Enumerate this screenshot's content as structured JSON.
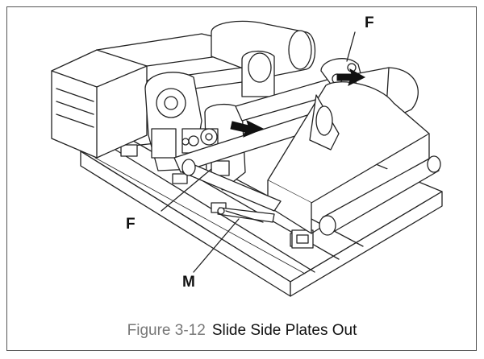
{
  "figure": {
    "number": "Figure 3-12",
    "title": "Slide Side Plates Out"
  },
  "callouts": {
    "f_top": "F",
    "f_left": "F",
    "m": "M"
  },
  "colors": {
    "line": "#222222",
    "arrow": "#111111",
    "frame": "#555555",
    "caption_number": "#777777"
  }
}
